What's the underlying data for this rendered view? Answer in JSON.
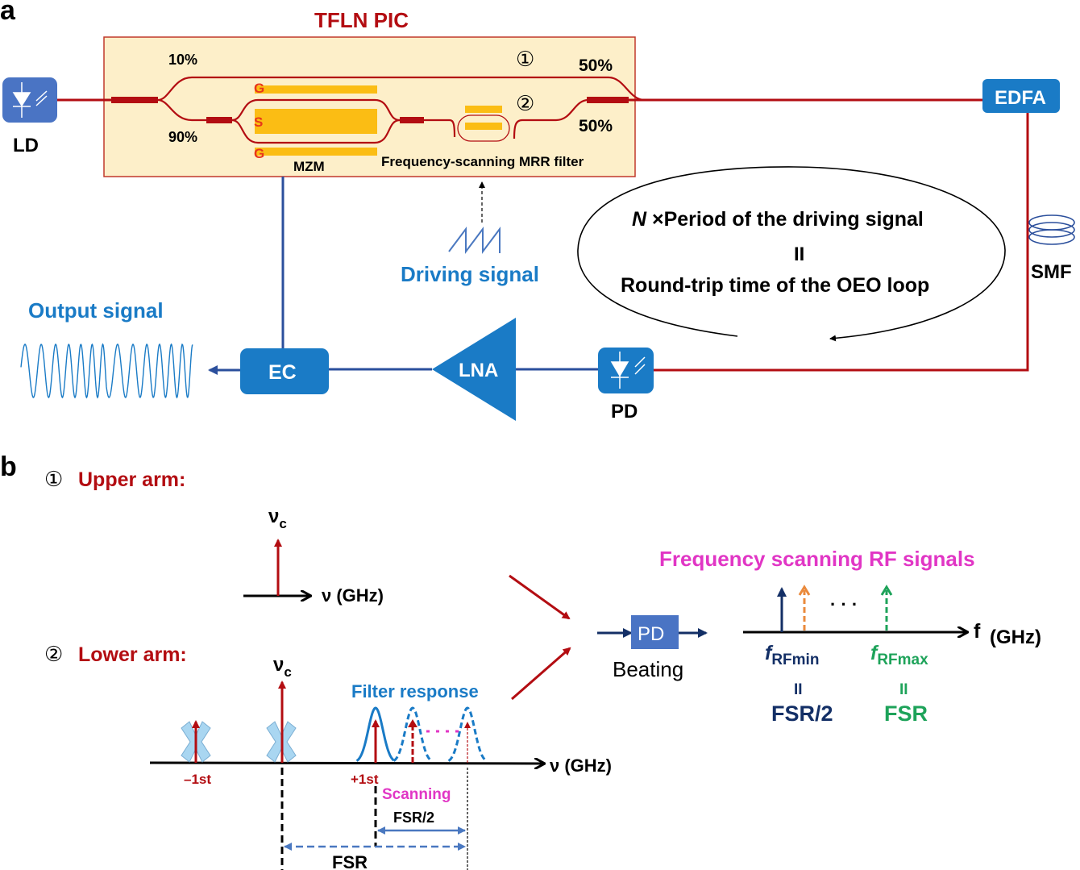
{
  "panels": {
    "a": "a",
    "b": "b"
  },
  "colors": {
    "optical_red": "#b30d12",
    "electrical_blue": "#2b4f9c",
    "component_blue": "#1a7bc6",
    "chip_fill": "#fdefc9",
    "electrode_yellow": "#fbbd14",
    "electrode_label": "#e8361a",
    "scanning_magenta": "#e136c5",
    "fmin_navy": "#132f66",
    "fmax_green": "#1ea35a",
    "orange_dashed": "#ea8a3c",
    "cross_lightblue": "#a9d6f1"
  },
  "panel_a": {
    "chip_title": "TFLN PIC",
    "ld_label": "LD",
    "split_upper": "10%",
    "split_lower": "90%",
    "combine_upper": "50%",
    "combine_lower": "50%",
    "arm1_marker": "①",
    "arm2_marker": "②",
    "electrode_g_top": "G",
    "electrode_s": "S",
    "electrode_g_bottom": "G",
    "mzm_label": "MZM",
    "mrr_label": "Frequency-scanning MRR filter",
    "edfa_label": "EDFA",
    "smf_label": "SMF",
    "driving_signal_label": "Driving signal",
    "loop_condition": {
      "line1_italic": "N",
      "line1_rest": " ×Period of the driving signal",
      "equals": "II",
      "line2": "Round-trip time of the OEO loop"
    },
    "output_signal_label": "Output signal",
    "ec_label": "EC",
    "lna_label": "LNA",
    "pd_label": "PD"
  },
  "panel_b": {
    "upper_arm": {
      "marker": "①",
      "title": "Upper arm:",
      "carrier_label": "ν",
      "carrier_sub": "c",
      "axis_label": "ν (GHz)"
    },
    "lower_arm": {
      "marker": "②",
      "title": "Lower arm:",
      "carrier_label": "ν",
      "carrier_sub": "c",
      "axis_label": "ν (GHz)",
      "minus_first": "–1st",
      "plus_first": "+1st",
      "filter_response": "Filter response",
      "scanning": "Scanning",
      "fsr_half": "FSR/2",
      "fsr": "FSR"
    },
    "beating": {
      "pd_label": "PD",
      "caption": "Beating"
    },
    "rf_spectrum": {
      "title": "Frequency scanning RF signals",
      "axis_f": "f",
      "axis_unit": "(GHz)",
      "ellipsis": "· · ·",
      "fmin_f": "f",
      "fmin_sub": "RFmin",
      "fmax_f": "f",
      "fmax_sub": "RFmax",
      "equals_min": "II",
      "equals_max": "II",
      "fmin_value": "FSR/2",
      "fmax_value": "FSR"
    }
  }
}
